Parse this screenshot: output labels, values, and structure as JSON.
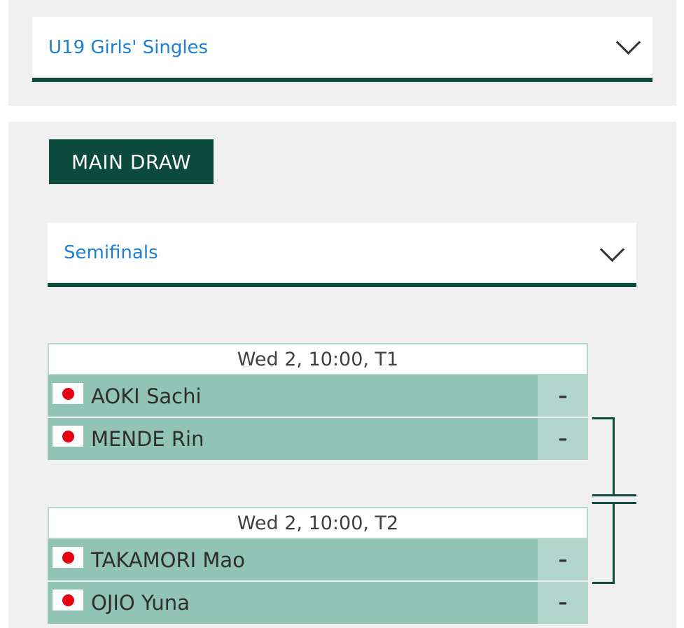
{
  "event_select": {
    "value": "U19 Girls' Singles",
    "icon": "chevron-down-icon"
  },
  "draw_tab": {
    "label": "MAIN DRAW"
  },
  "round_select": {
    "value": "Semifinals",
    "icon": "chevron-down-icon"
  },
  "colors": {
    "accent": "#0c4a3c",
    "link": "#1b7fd6",
    "player_row": "#92c4b6",
    "score_cell": "#b2d6cb"
  },
  "matches": [
    {
      "info": "Wed 2, 10:00, T1",
      "players": [
        {
          "name": "AOKI Sachi",
          "flag": "japan-flag-icon",
          "score": "–"
        },
        {
          "name": "MENDE Rin",
          "flag": "japan-flag-icon",
          "score": "–"
        }
      ]
    },
    {
      "info": "Wed 2, 10:00, T2",
      "players": [
        {
          "name": "TAKAMORI Mao",
          "flag": "japan-flag-icon",
          "score": "–"
        },
        {
          "name": "OJIO Yuna",
          "flag": "japan-flag-icon",
          "score": "–"
        }
      ]
    }
  ]
}
